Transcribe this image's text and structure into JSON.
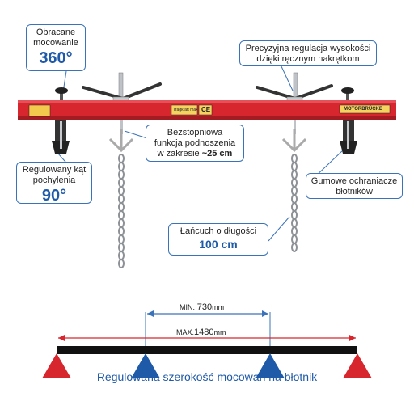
{
  "callouts": {
    "rotation": {
      "line1": "Obracane",
      "line2": "mocowanie",
      "value": "360°"
    },
    "precision": {
      "line1": "Precyzyjna regulacja wysokości",
      "line2": "dzięki ręcznym nakrętkom"
    },
    "stepless": {
      "line1": "Bezstopniowa",
      "line2": "funkcja podnoszenia",
      "line3_prefix": "w zakresie ",
      "line3_value": "~25 cm"
    },
    "tilt": {
      "line1": "Regulowany kąt",
      "line2": "pochylenia",
      "value": "90°"
    },
    "rubber": {
      "line1": "Gumowe ochraniacze",
      "line2": "błotników"
    },
    "chain": {
      "line1": "Łańcuch o długości",
      "value": "100 cm"
    }
  },
  "beam": {
    "brand_label": "MOTORBRÜCKE",
    "ce_mark": "CE",
    "plate_text": "Tragkraft max. 500 kg"
  },
  "dimensions": {
    "min_label": "MIN.",
    "min_value": "730",
    "min_unit": "mm",
    "max_label": "MAX.",
    "max_value": "1480",
    "max_unit": "mm"
  },
  "caption": "Regulowana szerokość mocowań na błotnik",
  "colors": {
    "beam_red": "#d7262e",
    "callout_blue": "#3b73b9",
    "triangle_blue": "#1f5aa8",
    "triangle_red": "#d7262e"
  }
}
